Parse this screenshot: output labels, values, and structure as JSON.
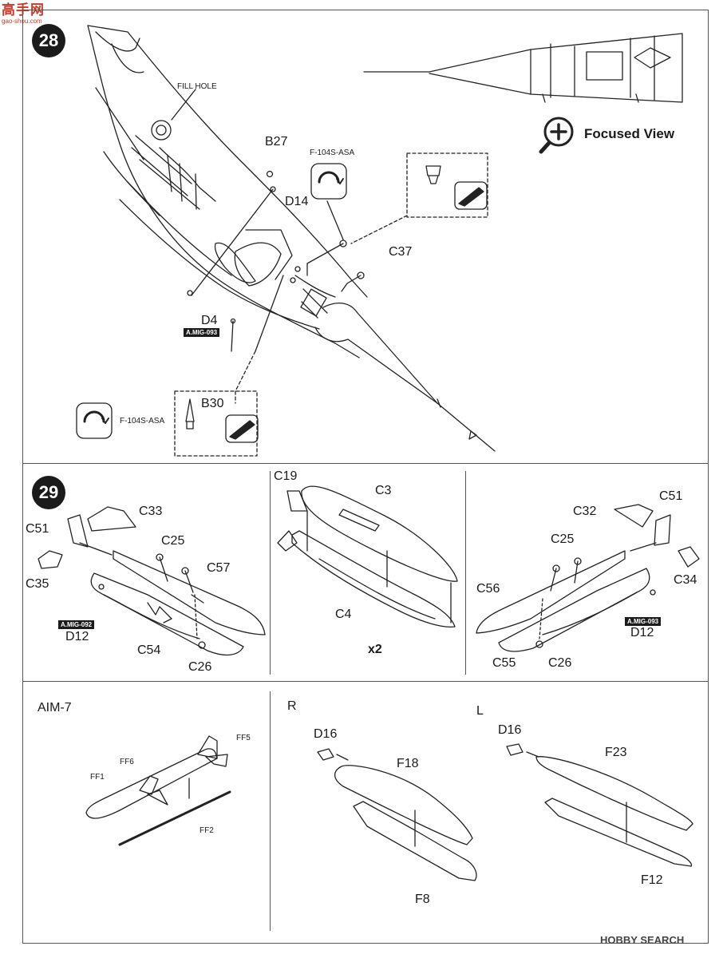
{
  "watermark": {
    "site_cn": "高手网",
    "site_url": "gao-shou.com"
  },
  "footer_brand": "HOBBY SEARCH",
  "step28": {
    "number": "28",
    "focused_view": "Focused View",
    "labels": {
      "fill_hole": "FILL HOLE",
      "b27": "B27",
      "d14": "D14",
      "d4": "D4",
      "c37": "C37",
      "b30": "B30",
      "variant_top": "F-104S-ASA",
      "variant_bottom": "F-104S-ASA",
      "paint_ref": "A.MIG-093"
    }
  },
  "step29": {
    "number": "29",
    "left": {
      "c33": "C33",
      "c51": "C51",
      "c25": "C25",
      "c57": "C57",
      "c35": "C35",
      "paint_ref": "A.MIG-092",
      "d12": "D12",
      "c54": "C54",
      "c26": "C26"
    },
    "middle": {
      "c19": "C19",
      "c3": "C3",
      "c4": "C4",
      "qty": "x2"
    },
    "right": {
      "c32": "C32",
      "c51": "C51",
      "c25": "C25",
      "c56": "C56",
      "c34": "C34",
      "paint_ref": "A.MIG-093",
      "d12": "D12",
      "c55": "C55",
      "c26": "C26"
    }
  },
  "aim7": {
    "title": "AIM-7",
    "ff5": "FF5",
    "ff6": "FF6",
    "ff1": "FF1",
    "ff2": "FF2"
  },
  "pylon_r": {
    "side": "R",
    "d16": "D16",
    "f18": "F18",
    "f8": "F8"
  },
  "pylon_l": {
    "side": "L",
    "d16": "D16",
    "f23": "F23",
    "f12": "F12"
  }
}
